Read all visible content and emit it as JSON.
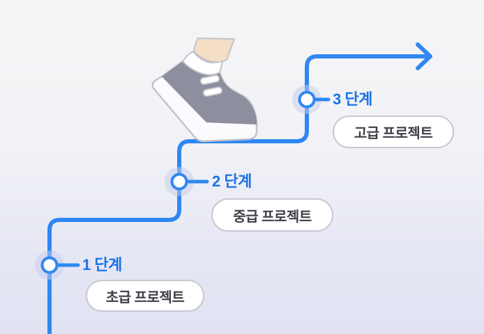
{
  "stages": [
    {
      "step_label": "1 단계",
      "project_label": "초급 프로젝트"
    },
    {
      "step_label": "2 단계",
      "project_label": "중급 프로젝트"
    },
    {
      "step_label": "3 단계",
      "project_label": "고급 프로젝트"
    }
  ],
  "icons": {
    "arrow": "arrow-right",
    "shoe": "stepping-sneaker",
    "node": "milestone-circle"
  },
  "colors": {
    "path_blue": "#2f87f0",
    "label_blue": "#1a73e8",
    "node_halo": "#c5cbee",
    "node_fill": "#ffffff",
    "pill_background": "#ffffff",
    "pill_border": "#c7c8d2",
    "pill_text": "#3d3f49",
    "shoe_gray": "#8d8f9e",
    "sole_white": "#fbfbfd",
    "sock_white": "#ffffff",
    "skin_tone": "#f4dec5",
    "outline_gray": "#c2c3cc",
    "background_top": "#f5f5f7",
    "background_bottom": "#e1e2f3"
  }
}
